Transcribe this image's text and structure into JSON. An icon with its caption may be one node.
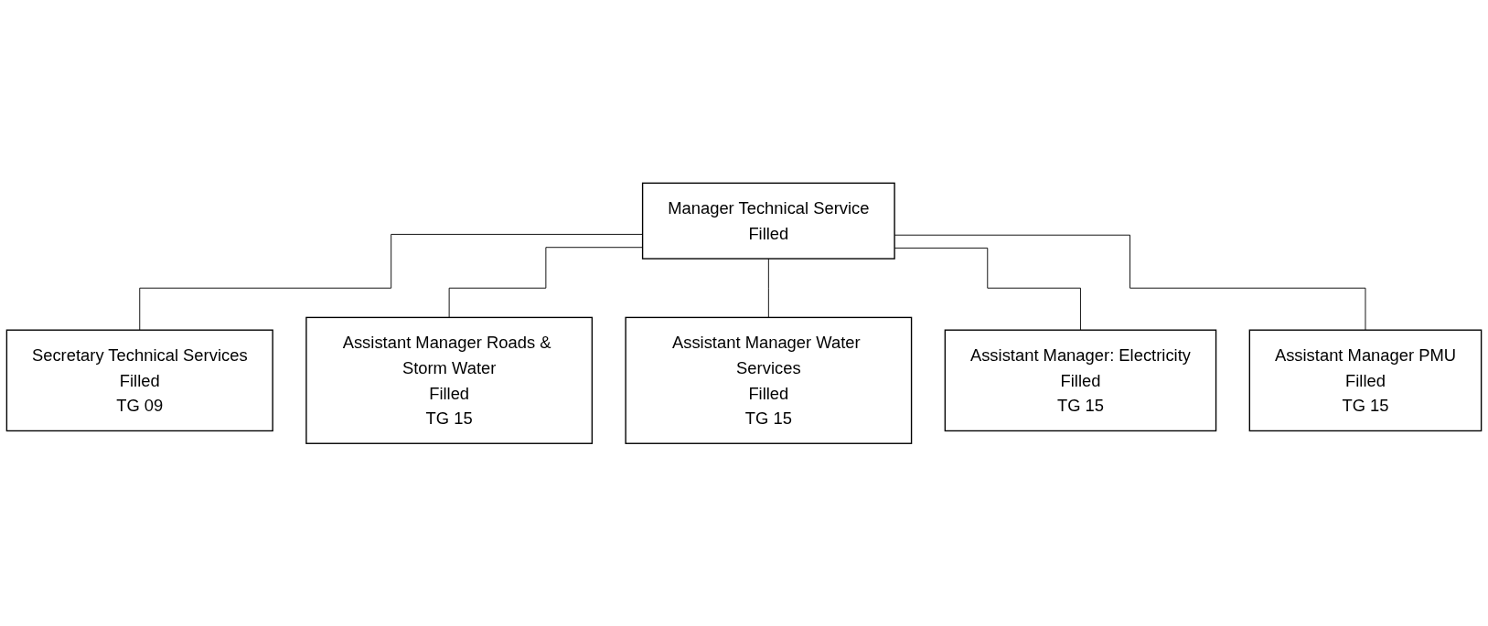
{
  "diagram": {
    "nodes": [
      {
        "text": [
          "Manager Technical Service",
          "Filled"
        ]
      },
      {
        "text": [
          "Secretary Technical Services",
          "Filled",
          "TG 09"
        ]
      },
      {
        "text": [
          "Assistant Manager Roads & Storm Water",
          "Filled",
          "TG 15"
        ]
      },
      {
        "text": [
          "Assistant Manager Water Services",
          "Filled",
          "TG 15"
        ]
      },
      {
        "text": [
          "Assistant Manager: Electricity",
          "Filled",
          "TG 15"
        ]
      },
      {
        "text": [
          "Assistant Manager PMU",
          "Filled",
          "TG 15"
        ]
      }
    ],
    "edges": [
      {
        "from": 0,
        "to": 1,
        "arrow": "none"
      },
      {
        "from": 0,
        "to": 2,
        "arrow": "none"
      },
      {
        "from": 0,
        "to": 3,
        "arrow": "none"
      },
      {
        "from": 0,
        "to": 4,
        "arrow": "none"
      },
      {
        "from": 0,
        "to": 5,
        "arrow": "none"
      }
    ]
  }
}
